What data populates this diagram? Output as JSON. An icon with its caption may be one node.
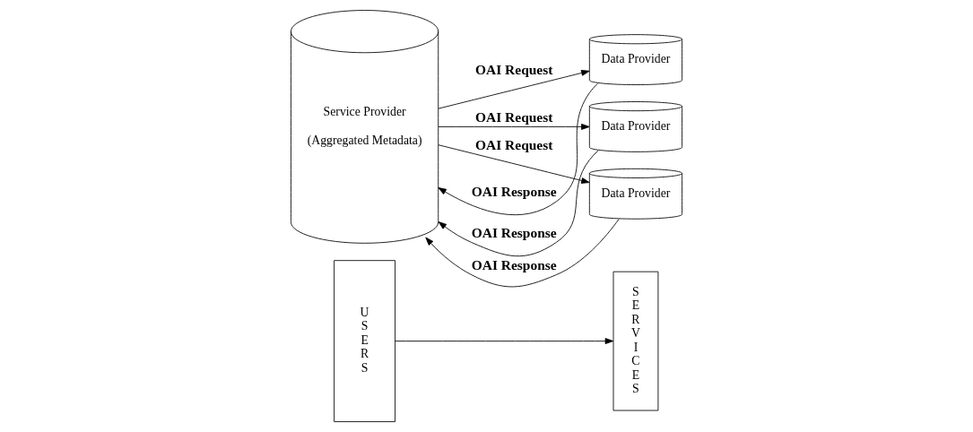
{
  "diagram": {
    "nodes": [
      {
        "text": [
          "USERS"
        ]
      },
      {
        "text": [
          "SERVICES"
        ]
      },
      {
        "text": [
          "Service Provider",
          "(Aggregated Metadata)"
        ]
      },
      {
        "text": [
          "Data Provider"
        ]
      },
      {
        "text": [
          "Data Provider"
        ]
      },
      {
        "text": [
          "Data Provider"
        ]
      }
    ],
    "edges": [
      {
        "from": 0,
        "to": 1,
        "arrow": "to"
      },
      {
        "from": 2,
        "to": 3,
        "arrow": "to",
        "label": "OAI Request"
      },
      {
        "from": 3,
        "to": 2,
        "arrow": "to",
        "label": "OAI Response"
      },
      {
        "from": 2,
        "to": 4,
        "arrow": "to",
        "label": "OAI Request"
      },
      {
        "from": 4,
        "to": 2,
        "arrow": "to",
        "label": "OAI Response"
      },
      {
        "from": 2,
        "to": 5,
        "arrow": "to",
        "label": "OAI Request"
      },
      {
        "from": 5,
        "to": 2,
        "arrow": "to",
        "label": "OAI Response"
      }
    ]
  }
}
